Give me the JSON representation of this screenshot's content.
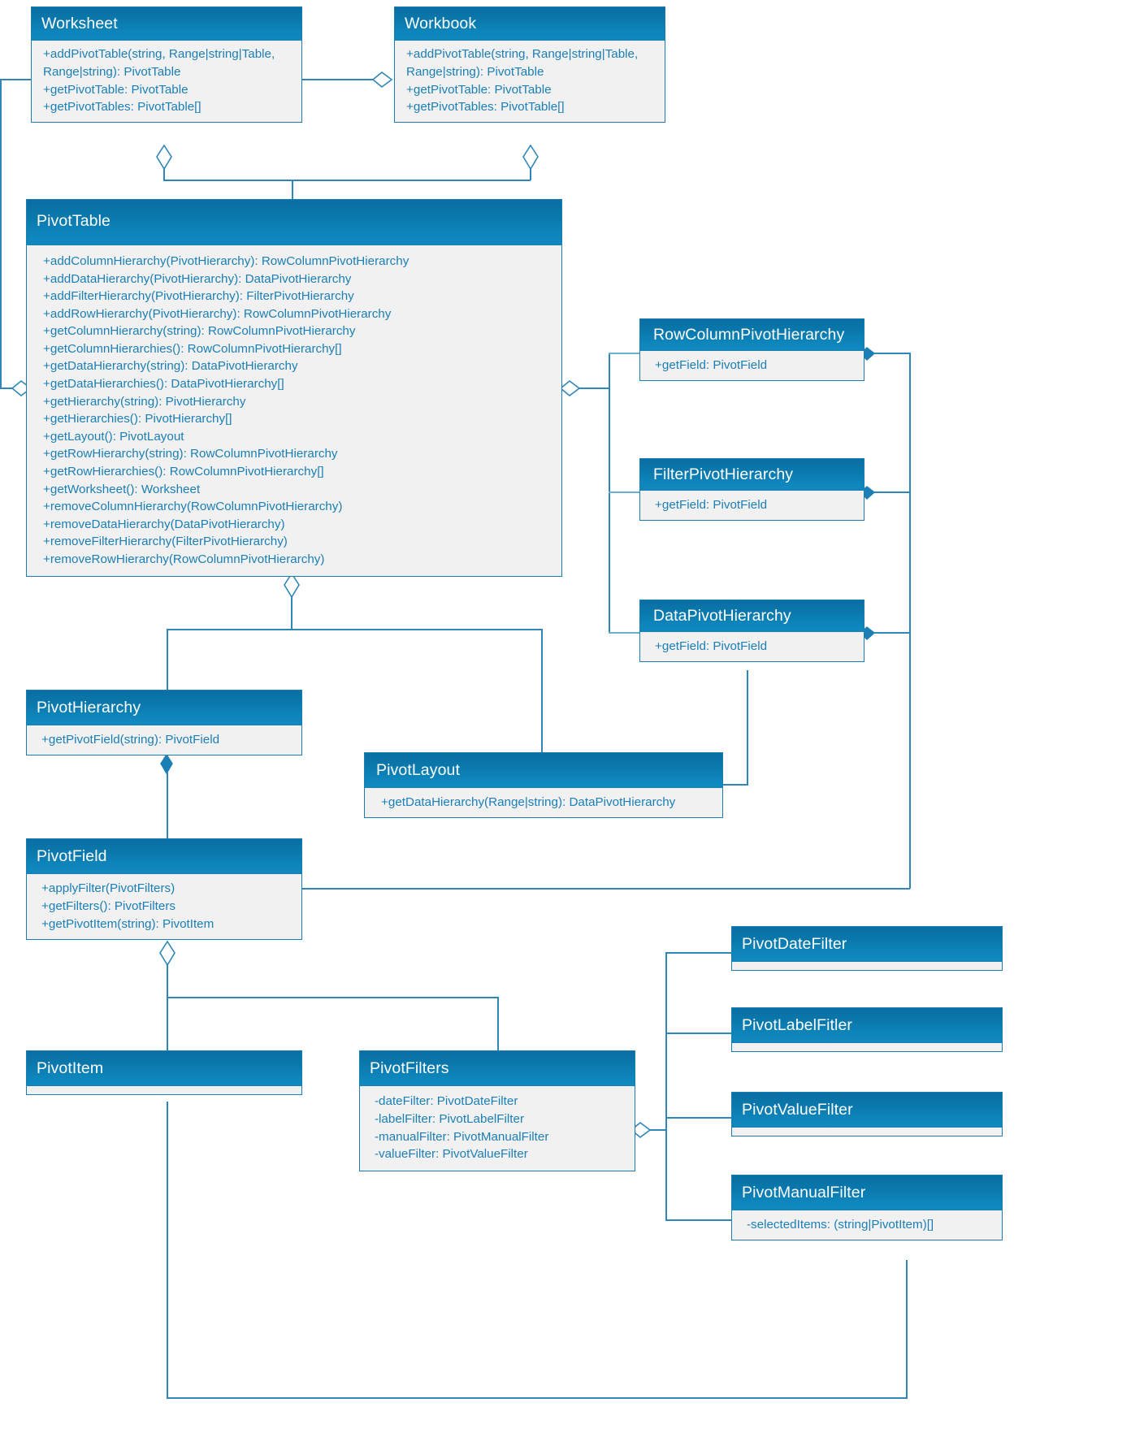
{
  "diagram": {
    "title": "PivotTable object model UML class diagram",
    "type": "uml-class-diagram",
    "colors": {
      "header_start": "#0a6ea3",
      "header_end": "#1189c0",
      "body_bg": "#f1f1f1",
      "member_text": "#1b7fb5",
      "connector": "#2e87b8",
      "connector_pale": "#6aaed0",
      "background": "#ffffff"
    }
  },
  "classes": {
    "worksheet": {
      "name": "Worksheet",
      "members": [
        "+addPivotTable(string, Range|string|Table, Range|string): PivotTable",
        "+getPivotTable: PivotTable",
        "+getPivotTables: PivotTable[]"
      ]
    },
    "workbook": {
      "name": "Workbook",
      "members": [
        "+addPivotTable(string, Range|string|Table, Range|string): PivotTable",
        "+getPivotTable: PivotTable",
        "+getPivotTables: PivotTable[]"
      ]
    },
    "pivot_table": {
      "name": "PivotTable",
      "members": [
        "+addColumnHierarchy(PivotHierarchy): RowColumnPivotHierarchy",
        "+addDataHierarchy(PivotHierarchy): DataPivotHierarchy",
        "+addFilterHierarchy(PivotHierarchy): FilterPivotHierarchy",
        "+addRowHierarchy(PivotHierarchy): RowColumnPivotHierarchy",
        "+getColumnHierarchy(string): RowColumnPivotHierarchy",
        "+getColumnHierarchies(): RowColumnPivotHierarchy[]",
        "+getDataHierarchy(string): DataPivotHierarchy",
        "+getDataHierarchies(): DataPivotHierarchy[]",
        "+getHierarchy(string): PivotHierarchy",
        "+getHierarchies(): PivotHierarchy[]",
        "+getLayout(): PivotLayout",
        "+getRowHierarchy(string): RowColumnPivotHierarchy",
        "+getRowHierarchies(): RowColumnPivotHierarchy[]",
        "+getWorksheet(): Worksheet",
        "+removeColumnHierarchy(RowColumnPivotHierarchy)",
        "+removeDataHierarchy(DataPivotHierarchy)",
        "+removeFilterHierarchy(FilterPivotHierarchy)",
        "+removeRowHierarchy(RowColumnPivotHierarchy)"
      ]
    },
    "row_column_pivot_hierarchy": {
      "name": "RowColumnPivotHierarchy",
      "members": [
        "+getField: PivotField"
      ]
    },
    "filter_pivot_hierarchy": {
      "name": "FilterPivotHierarchy",
      "members": [
        "+getField: PivotField"
      ]
    },
    "data_pivot_hierarchy": {
      "name": "DataPivotHierarchy",
      "members": [
        "+getField: PivotField"
      ]
    },
    "pivot_hierarchy": {
      "name": "PivotHierarchy",
      "members": [
        "+getPivotField(string): PivotField"
      ]
    },
    "pivot_layout": {
      "name": "PivotLayout",
      "members": [
        "+getDataHierarchy(Range|string): DataPivotHierarchy"
      ]
    },
    "pivot_field": {
      "name": "PivotField",
      "members": [
        "+applyFilter(PivotFilters)",
        "+getFilters(): PivotFilters",
        "+getPivotItem(string): PivotItem"
      ]
    },
    "pivot_item": {
      "name": "PivotItem",
      "members": []
    },
    "pivot_filters": {
      "name": "PivotFilters",
      "members": [
        "-dateFilter: PivotDateFilter",
        "-labelFilter: PivotLabelFilter",
        "-manualFilter: PivotManualFilter",
        "-valueFilter: PivotValueFilter"
      ]
    },
    "pivot_date_filter": {
      "name": "PivotDateFilter",
      "members": []
    },
    "pivot_label_filter": {
      "name": "PivotLabelFitler",
      "members": []
    },
    "pivot_value_filter": {
      "name": "PivotValueFilter",
      "members": []
    },
    "pivot_manual_filter": {
      "name": "PivotManualFilter",
      "members": [
        "-selectedItems: (string|PivotItem)[]"
      ]
    }
  }
}
